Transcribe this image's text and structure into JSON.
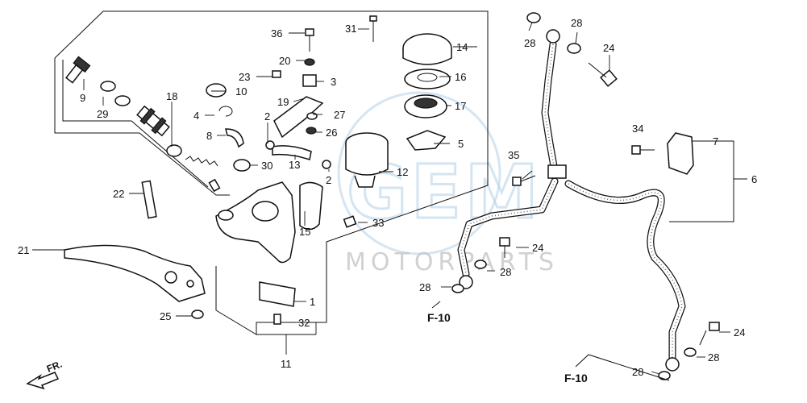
{
  "diagram": {
    "watermark": {
      "main": "GEM",
      "sub": "MOTORPARTS"
    },
    "callouts": [
      "36",
      "31",
      "14",
      "20",
      "23",
      "10",
      "3",
      "16",
      "9",
      "18",
      "4",
      "19",
      "27",
      "17",
      "29",
      "8",
      "2",
      "26",
      "5",
      "30",
      "13",
      "2",
      "12",
      "22",
      "33",
      "15",
      "21",
      "1",
      "25",
      "32",
      "11"
    ],
    "right_callouts": [
      "28",
      "28",
      "24",
      "34",
      "7",
      "35",
      "6",
      "24",
      "28",
      "28",
      "24",
      "28",
      "28"
    ],
    "refs": [
      "F-10",
      "F-10"
    ],
    "direction": "FR."
  }
}
